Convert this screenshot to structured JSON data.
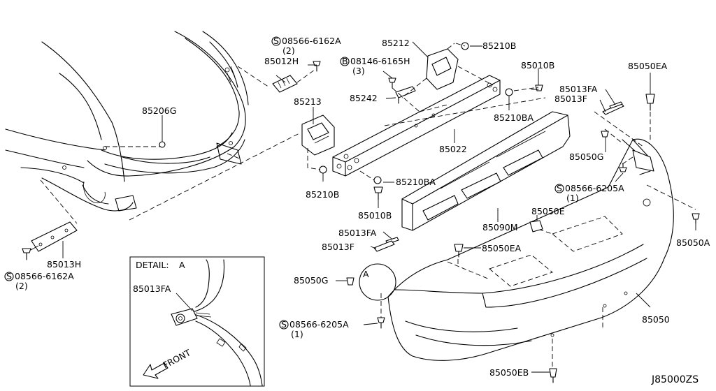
{
  "diagram_id": "J85000ZS",
  "labels": {
    "p85012H": "85012H",
    "s08566_6162A_top": "08566-6162A",
    "s08566_6162A_top_qty": "(2)",
    "p85206G": "85206G",
    "p85213": "85213",
    "p85212": "85212",
    "p85210B_top": "85210B",
    "b08146_6165H": "08146-6165H",
    "b08146_6165H_qty": "(3)",
    "p85242": "85242",
    "p85010B_top": "85010B",
    "p85210BA_top": "85210BA",
    "p85022": "85022",
    "p85013FA_top": "85013FA",
    "p85013F_top": "85013F",
    "p85050EA_top": "85050EA",
    "p85050G_right": "85050G",
    "s08566_6205A_right": "08566-6205A",
    "s08566_6205A_right_qty": "(1)",
    "p85050A": "85050A",
    "p85210B_mid": "85210B",
    "p85210BA_mid": "85210BA",
    "p85010B_mid": "85010B",
    "p85090M": "85090M",
    "p85050E": "85050E",
    "p85013FA_mid": "85013FA",
    "p85013F_mid": "85013F",
    "p85050EA_mid": "85050EA",
    "p85050G_left": "85050G",
    "s08566_6205A_bottom": "08566-6205A",
    "s08566_6205A_bottom_qty": "(1)",
    "p85050": "85050",
    "p85050EB": "85050EB",
    "p85013H": "85013H",
    "s08566_6162A_bottom": "08566-6162A",
    "s08566_6162A_bottom_qty": "(2)",
    "detail_title": "DETAIL:",
    "detail_letter": "A",
    "detail_part": "85013FA",
    "front": "FRONT",
    "ref_letter_A": "A"
  },
  "symbols": {
    "screw": "S",
    "bolt": "B"
  }
}
